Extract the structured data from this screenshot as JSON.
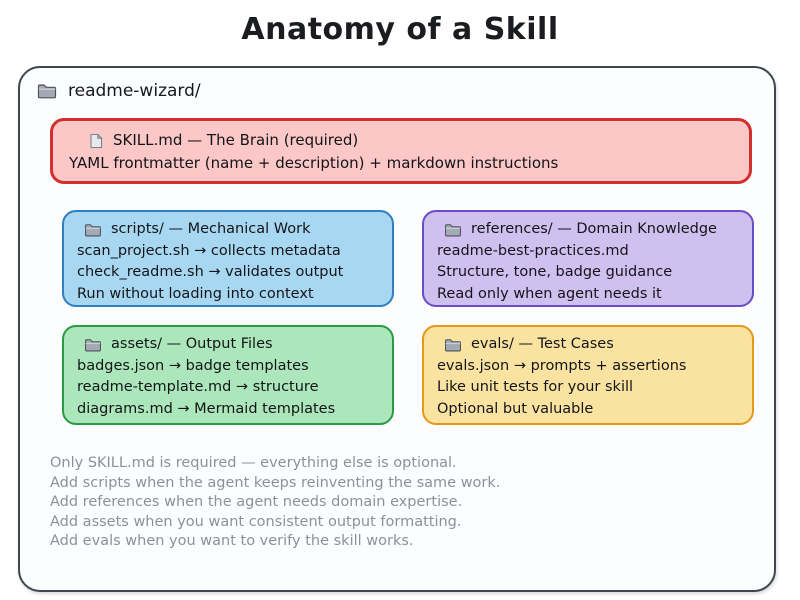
{
  "title": "Anatomy of a Skill",
  "root_folder": {
    "icon": "folder-icon",
    "label": "readme-wizard/"
  },
  "skill_card": {
    "icon": "file-icon",
    "title": "SKILL.md — The Brain (required)",
    "subtitle": "YAML frontmatter (name + description) + markdown instructions",
    "fill": "#fbc7c7",
    "stroke": "#d32f2f"
  },
  "cards": [
    {
      "icon": "folder-icon",
      "title": "scripts/ — Mechanical Work",
      "lines": [
        "scan_project.sh → collects metadata",
        "check_readme.sh → validates output",
        "Run without loading into context"
      ],
      "fill": "#a8d7f2",
      "stroke": "#2f7fc2"
    },
    {
      "icon": "folder-icon",
      "title": "references/ — Domain Knowledge",
      "lines": [
        "readme-best-practices.md",
        "Structure, tone, badge guidance",
        "Read only when agent needs it"
      ],
      "fill": "#cfc0f0",
      "stroke": "#6a4dc4"
    },
    {
      "icon": "folder-icon",
      "title": "assets/ — Output Files",
      "lines": [
        "badges.json → badge templates",
        "readme-template.md → structure",
        "diagrams.md → Mermaid templates"
      ],
      "fill": "#abe7bb",
      "stroke": "#2b9a44"
    },
    {
      "icon": "folder-icon",
      "title": "evals/ — Test Cases",
      "lines": [
        "evals.json → prompts + assertions",
        "Like unit tests for your skill",
        "Optional but valuable"
      ],
      "fill": "#fae3a0",
      "stroke": "#e6981d"
    }
  ],
  "notes": [
    "Only SKILL.md is required — everything else is optional.",
    "Add scripts when the agent keeps reinventing the same work.",
    "Add references when the agent needs domain expertise.",
    "Add assets when you want consistent output formatting.",
    "Add evals when you want to verify the skill works."
  ],
  "colors": {
    "canvas_border": "#41454d",
    "notes_text": "#8b919b",
    "body_text": "#17181c"
  }
}
